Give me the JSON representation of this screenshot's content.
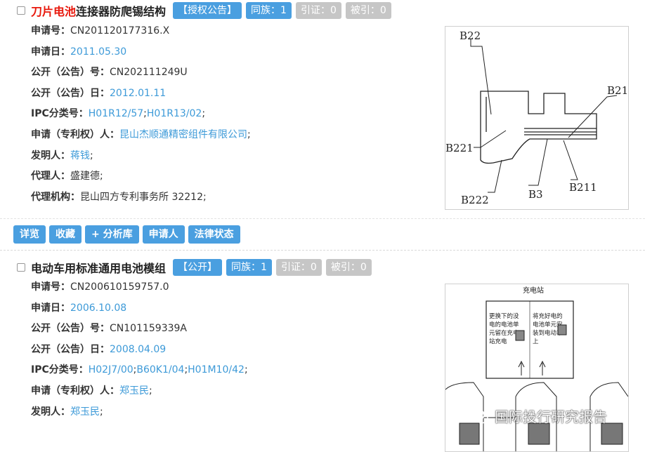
{
  "records": [
    {
      "title_highlight": "刀片电池",
      "title_rest": "连接器防爬锡结构",
      "status": "【授权公告】",
      "family": "同族：1",
      "cited": "引证：0",
      "citedby": "被引：0",
      "app_no_label": "申请号：",
      "app_no": "CN201120177316.X",
      "app_date_label": "申请日：",
      "app_date": "2011.05.30",
      "pub_no_label": "公开（公告）号：",
      "pub_no": "CN202111249U",
      "pub_date_label": "公开（公告）日：",
      "pub_date": "2012.01.11",
      "ipc_label": "IPC分类号：",
      "ipc": [
        "H01R12/57",
        "H01R13/02"
      ],
      "applicant_label": "申请（专利权）人：",
      "applicant": "昆山杰顺通精密组件有限公司",
      "inventor_label": "发明人：",
      "inventor": "蒋钱",
      "agent_label": "代理人：",
      "agent": "盛建德;",
      "agency_label": "代理机构：",
      "agency": "昆山四方专利事务所 32212;",
      "drawing_labels": [
        "B22",
        "B21",
        "B221",
        "B222",
        "B3",
        "B211"
      ]
    },
    {
      "title": "电动车用标准通用电池模组",
      "status": "【公开】",
      "family": "同族：1",
      "cited": "引证：0",
      "citedby": "被引：0",
      "app_no_label": "申请号：",
      "app_no": "CN200610159757.0",
      "app_date_label": "申请日：",
      "app_date": "2006.10.08",
      "pub_no_label": "公开（公告）号：",
      "pub_no": "CN101159339A",
      "pub_date_label": "公开（公告）日：",
      "pub_date": "2008.04.09",
      "ipc_label": "IPC分类号：",
      "ipc": [
        "H02J7/00",
        "B60K1/04",
        "H01M10/42"
      ],
      "applicant_label": "申请（专利权）人：",
      "applicant": "郑玉民",
      "inventor_label": "发明人：",
      "inventor": "郑玉民",
      "drawing_title": "充电站",
      "drawing_text_left": [
        "更换下的没",
        "电的电池单",
        "元留在充电",
        "站充电"
      ],
      "drawing_text_right": [
        "将充好电的",
        "电池单元安",
        "装到电动车",
        "上"
      ]
    }
  ],
  "actions": [
    "详览",
    "收藏",
    "+ 分析库",
    "申请人",
    "法律状态"
  ],
  "watermark": "国际投行研究报告",
  "sep": ";",
  "colors": {
    "accent": "#4a9fe0",
    "link": "#3d9ad8",
    "highlight": "#e8180c",
    "gray_badge": "#c6c6c6"
  }
}
